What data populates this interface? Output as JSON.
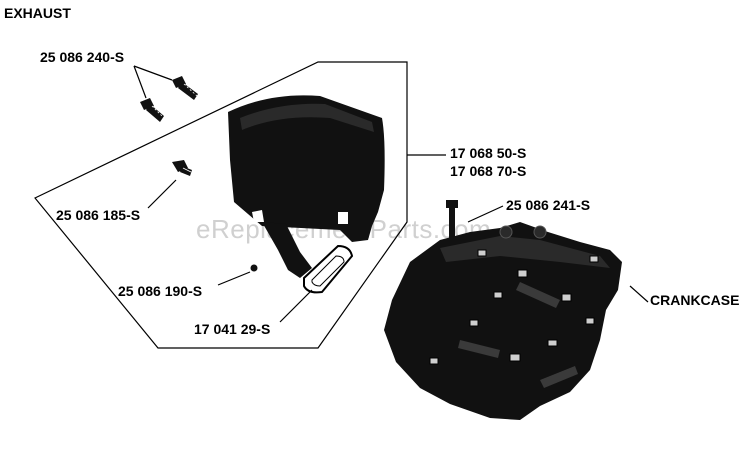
{
  "diagram": {
    "title": "EXHAUST",
    "watermark": "eReplacementParts.com",
    "callouts": {
      "screw_top": "25 086 240-S",
      "muffler": [
        "17 068 50-S",
        "17 068 70-S"
      ],
      "screw_side": "25 086 185-S",
      "stud": "25 086 241-S",
      "nut": "25 086 190-S",
      "gasket": "17 041 29-S",
      "crankcase": "CRANKCASE"
    }
  }
}
